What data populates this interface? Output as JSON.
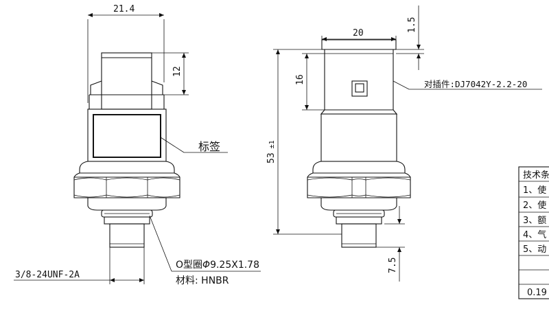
{
  "dimensions": {
    "width_total": "21.4",
    "plug_height": "12",
    "top_width": "20",
    "top_gap": "1.5",
    "connector_height": "16",
    "overall_length": "53",
    "overall_tol": "±1",
    "thread_length": "7.5"
  },
  "annotations": {
    "label_tag": "标签",
    "mating_plug": "对插件:DJ7042Y-2.2-20",
    "thread_spec": "3/8-24UNF-2A",
    "oring_prefix": "O型圈",
    "oring_symbol": "Φ",
    "oring_size": "9.25X1.78",
    "material": "材料: HNBR"
  },
  "tech_table": {
    "rows": [
      "技术条",
      "1、使",
      "2、使",
      "3、额",
      "4、气",
      "5、动",
      "",
      "",
      "0.19"
    ]
  }
}
